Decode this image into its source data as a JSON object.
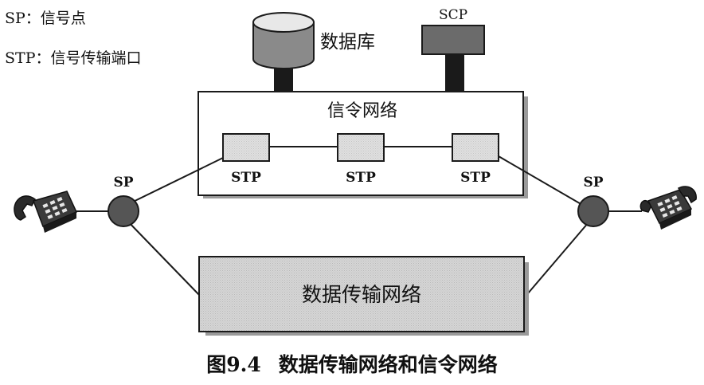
{
  "legend": {
    "sp_line": "SP：信号点",
    "stp_line": "STP：信号传输端口"
  },
  "nodes": {
    "database_label": "数据库",
    "scp_label": "SCP",
    "signaling_network_label": "信令网络",
    "stp_label": "STP",
    "sp_label": "SP",
    "data_network_label": "数据传输网络"
  },
  "caption": {
    "number": "图9.4",
    "title": "数据传输网络和信令网络"
  },
  "colors": {
    "line": "#1a1a1a",
    "sp_fill": "#555555",
    "stp_fill": "#d9d9d9",
    "scp_fill": "#6b6b6b",
    "data_network_fill": "#cfcfcf",
    "shadow": "#9a9a9a"
  }
}
